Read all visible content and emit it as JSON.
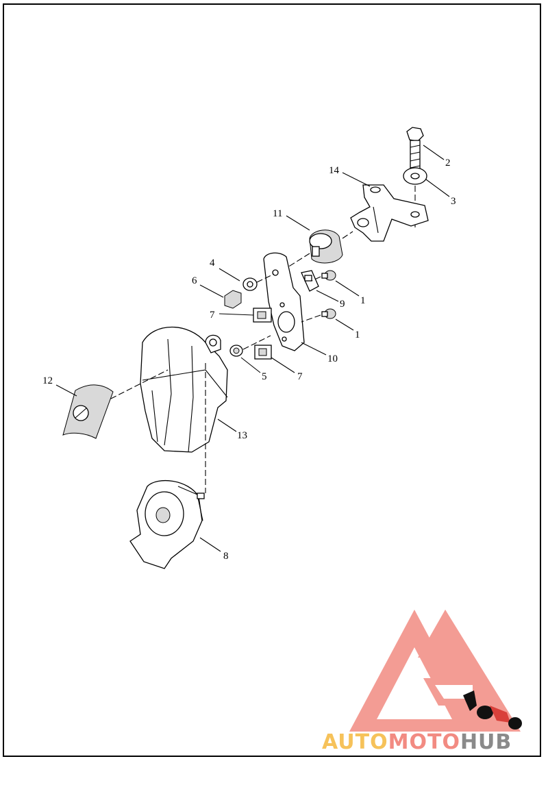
{
  "callouts": [
    {
      "id": "c1a",
      "label": "1"
    },
    {
      "id": "c1b",
      "label": "1"
    },
    {
      "id": "c2",
      "label": "2"
    },
    {
      "id": "c3",
      "label": "3"
    },
    {
      "id": "c4",
      "label": "4"
    },
    {
      "id": "c5",
      "label": "5"
    },
    {
      "id": "c6",
      "label": "6"
    },
    {
      "id": "c7a",
      "label": "7"
    },
    {
      "id": "c7b",
      "label": "7"
    },
    {
      "id": "c8",
      "label": "8"
    },
    {
      "id": "c9",
      "label": "9"
    },
    {
      "id": "c10",
      "label": "10"
    },
    {
      "id": "c11",
      "label": "11"
    },
    {
      "id": "c12",
      "label": "12"
    },
    {
      "id": "c13",
      "label": "13"
    },
    {
      "id": "c14",
      "label": "14"
    }
  ],
  "watermark": {
    "part1": "AUTO",
    "part2": "MOTO",
    "part3": "HUB",
    "colors": {
      "auto": "#f6c25a",
      "moto": "#f28b82",
      "hub": "#8a8a8a",
      "triangle": "#f28b82"
    }
  }
}
